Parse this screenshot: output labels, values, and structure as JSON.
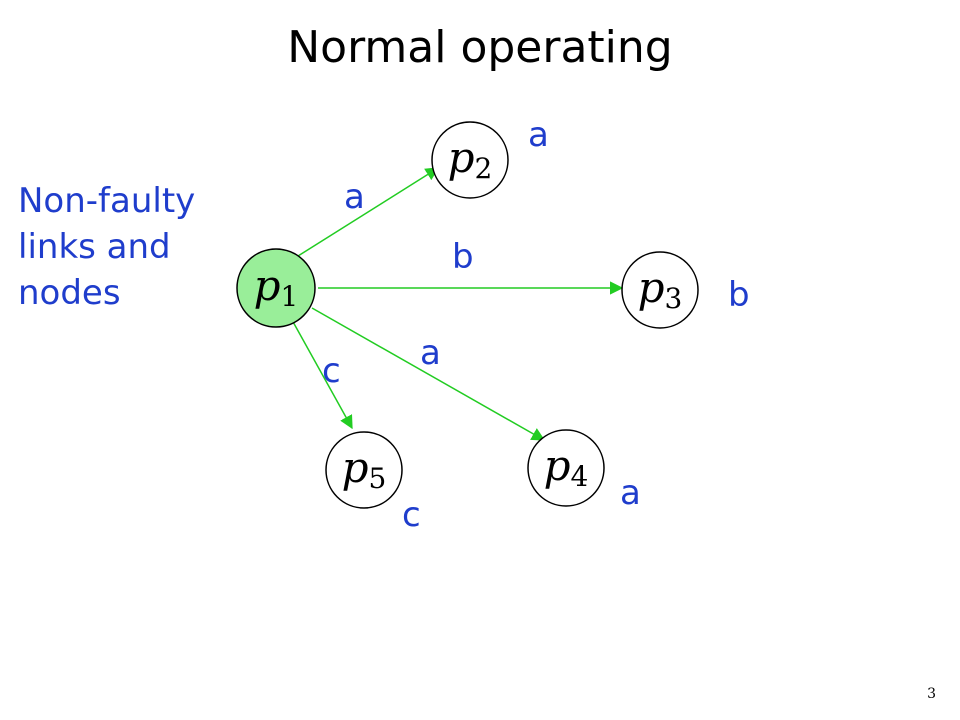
{
  "slide": {
    "title": "Normal operating",
    "side_text": [
      "Non-faulty",
      "links and",
      "nodes"
    ],
    "page_number": "3"
  },
  "colors": {
    "text_blue": "#1f3dcc",
    "edge_green": "#22cc22",
    "source_fill": "#99ee99"
  },
  "nodes": {
    "p1": {
      "var": "p",
      "sub": "1"
    },
    "p2": {
      "var": "p",
      "sub": "2"
    },
    "p3": {
      "var": "p",
      "sub": "3"
    },
    "p4": {
      "var": "p",
      "sub": "4"
    },
    "p5": {
      "var": "p",
      "sub": "5"
    }
  },
  "edges": {
    "to_p2": "a",
    "to_p3": "b",
    "to_p4": "a",
    "to_p5": "c"
  },
  "received": {
    "p2": "a",
    "p3": "b",
    "p4": "a",
    "p5": "c"
  }
}
